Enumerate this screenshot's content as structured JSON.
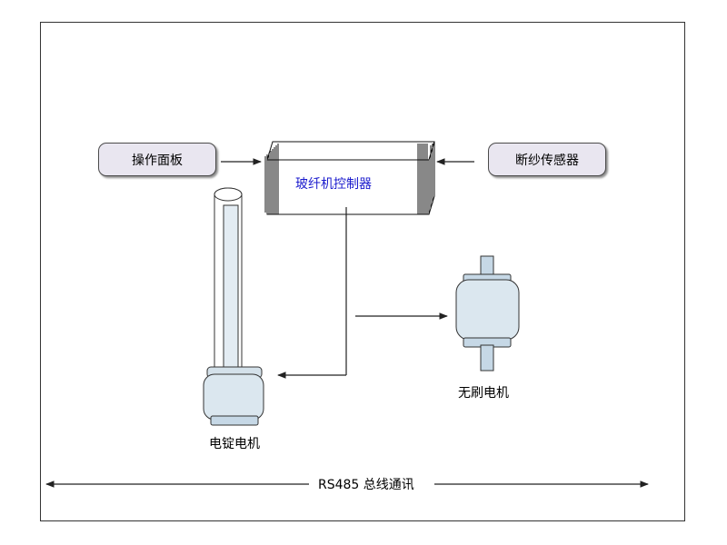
{
  "diagram": {
    "operation_panel": "操作面板",
    "controller": "玻纤机控制器",
    "break_sensor": "断纱传感器",
    "spindle_motor": "电锭电机",
    "brushless_motor": "无刷电机",
    "bus": "RS485 总线通讯"
  },
  "colors": {
    "border": "#333333",
    "pill_fill": "#e9e6f0",
    "motor_fill": "#dbe7ef",
    "shaft_fill": "#c6d8e6",
    "controller_text": "#1a1acd",
    "line": "#222222"
  }
}
